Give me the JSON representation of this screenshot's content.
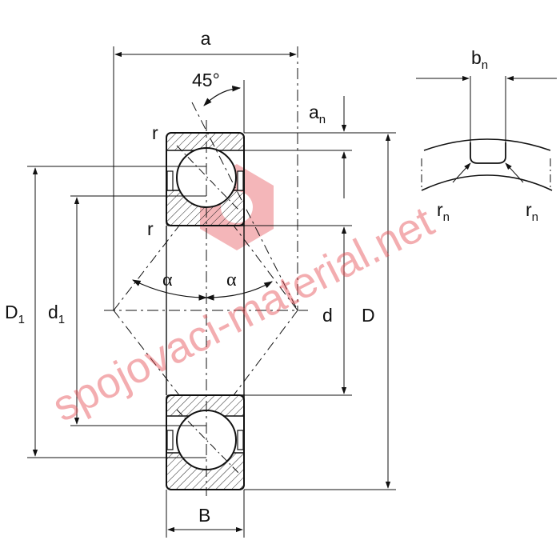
{
  "labels": {
    "a": "a",
    "angle45": "45°",
    "a_n": "a",
    "a_n_sub": "n",
    "b_n": "b",
    "b_n_sub": "n",
    "r_top": "r",
    "r_mid": "r",
    "r_n_left": "r",
    "r_n_left_sub": "n",
    "r_n_right": "r",
    "r_n_right_sub": "n",
    "alpha_left": "α",
    "alpha_right": "α",
    "D1": "D",
    "D1_sub": "1",
    "d1": "d",
    "d1_sub": "1",
    "d": "d",
    "D": "D",
    "B": "B"
  },
  "watermark": {
    "text": "spojovaci-material.net",
    "color": "#e44a4f"
  }
}
